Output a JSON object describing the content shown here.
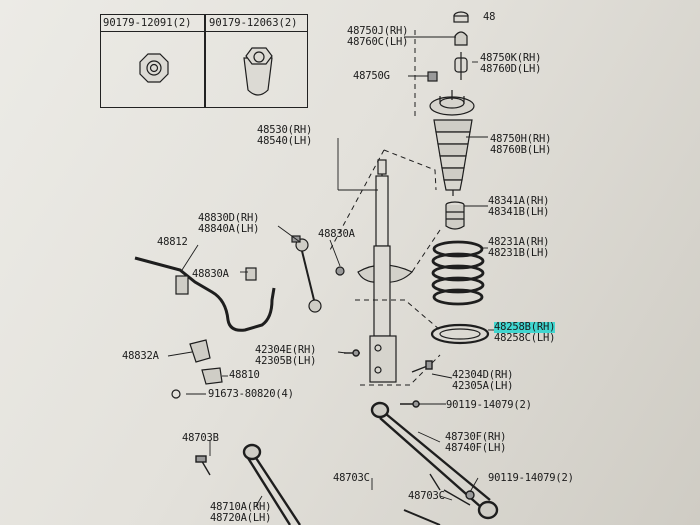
{
  "reference_box": {
    "left_part": "90179-12091(2)",
    "right_part": "90179-12063(2)"
  },
  "labels": {
    "p48750J_RH": "48750J(RH)",
    "p48760C_LH": "48760C(LH)",
    "p48750G": "48750G",
    "p48750K_RH": "48750K(RH)",
    "p48760D_LH": "48760D(LH)",
    "p48530_RH": "48530(RH)",
    "p48540_LH": "48540(LH)",
    "p48750H_RH": "48750H(RH)",
    "p48760B_LH": "48760B(LH)",
    "p48341A_RH": "48341A(RH)",
    "p48341B_LH": "48341B(LH)",
    "p48830D_RH": "48830D(RH)",
    "p48840A_LH": "48840A(LH)",
    "p48830A_top": "48830A",
    "p48812": "48812",
    "p48830A_left": "48830A",
    "p48231A_RH": "48231A(RH)",
    "p48231B_LH": "48231B(LH)",
    "p48258B_RH": "48258B(RH)",
    "p48258C_LH": "48258C(LH)",
    "p48832A": "48832A",
    "p42304E_RH": "42304E(RH)",
    "p42305B_LH": "42305B(LH)",
    "p48810": "48810",
    "p91673": "91673-80820(4)",
    "p42304D_RH": "42304D(RH)",
    "p42305A_LH": "42305A(LH)",
    "p90119_14079": "90119-14079(2)",
    "p48703B": "48703B",
    "p48730F_RH": "48730F(RH)",
    "p48740F_LH": "48740F(LH)",
    "p48703C_a": "48703C",
    "p90119_14079_b": "90119-14079(2)",
    "p48703C_b": "48703C",
    "p48710A_RH": "48710A(RH)",
    "p48720A_LH": "48720A(LH)",
    "p_top_cut": "48"
  },
  "colors": {
    "line": "#1e1e1e",
    "highlight": "#41d6d0",
    "paper": "#e8e6e0"
  }
}
